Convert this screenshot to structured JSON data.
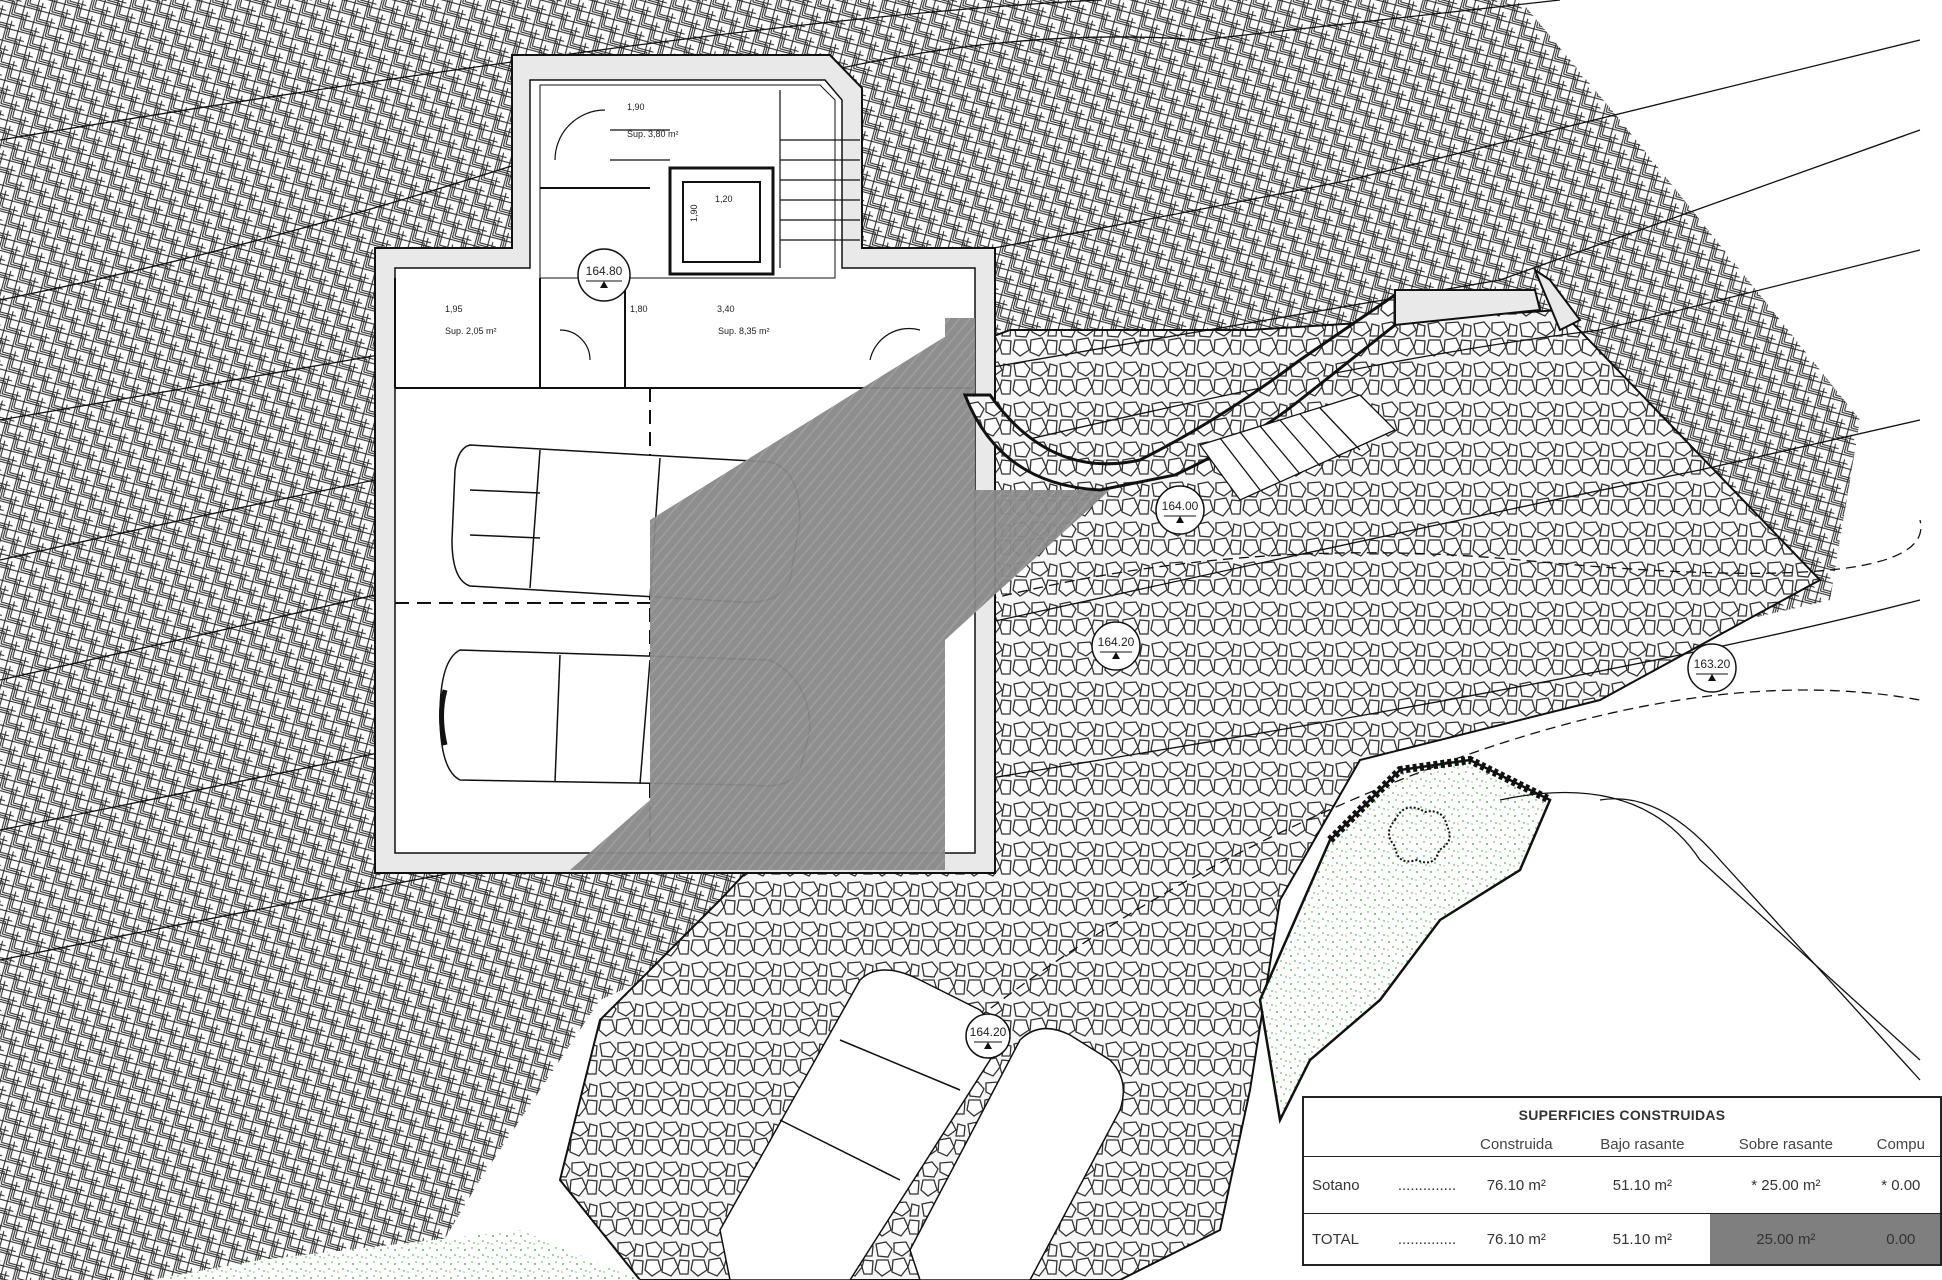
{
  "plan": {
    "level_markers": [
      "164.80",
      "164.00",
      "164.20",
      "163.20",
      "164.20"
    ],
    "room_labels": [
      {
        "dim": "1,90",
        "area": "Sup. 3,80 m²"
      },
      {
        "dim": "1,20",
        "area": ""
      },
      {
        "dim": "1,90",
        "area": ""
      },
      {
        "dim": "1,95",
        "area": "Sup. 2,05 m²"
      },
      {
        "dim": "1,80",
        "area": ""
      },
      {
        "dim": "3,40",
        "area": "Sup. 8,35 m²"
      }
    ]
  },
  "table": {
    "title": "SUPERFICIES CONSTRUIDAS",
    "columns": [
      "Construida",
      "Bajo rasante",
      "Sobre rasante",
      "Compu"
    ],
    "rows": [
      {
        "name": "Sotano",
        "dots": "..............",
        "values": [
          "76.10 m²",
          "51.10 m²",
          "* 25.00 m²",
          "* 0.00"
        ]
      },
      {
        "name": "TOTAL",
        "dots": "..............",
        "values": [
          "76.10 m²",
          "51.10 m²",
          "25.00 m²",
          "0.00"
        ]
      }
    ]
  },
  "colors": {
    "line": "#1a1a1a",
    "hatch": "#2a2a2a",
    "shade": "#808080",
    "vegetation": "#3a9a3a"
  }
}
